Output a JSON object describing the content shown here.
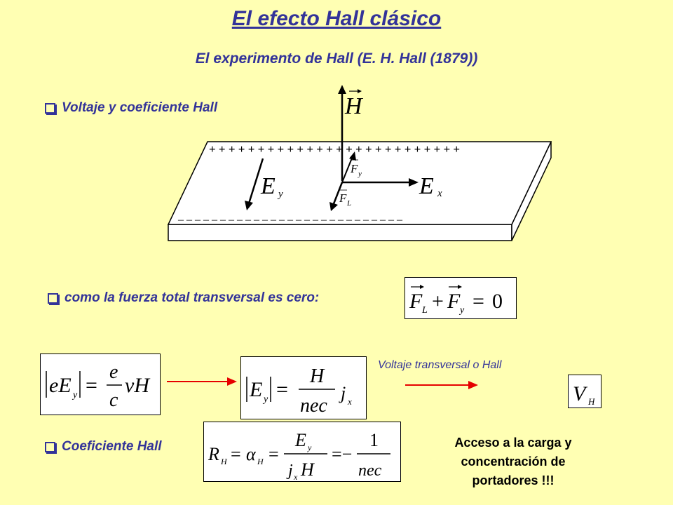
{
  "title": "El efecto Hall clásico",
  "subtitle": "El experimento de Hall (E. H. Hall (1879))",
  "bullets": {
    "voltage": "Voltaje y coeficiente Hall",
    "force": "como la fuerza total transversal es cero:",
    "coefficient": "Coeficiente Hall"
  },
  "diagram": {
    "plus_charges": "+ + + + + + + + + + + + + + +  + + + + + + + + + + +",
    "minus_charges": "– – – – – – – – – – – – – – – – – – – – – – – – – – –",
    "label_H": "H",
    "label_Ey": "E",
    "label_Ey_sub": "y",
    "label_Ex": "E",
    "label_Ex_sub": "x",
    "label_Fy": "F",
    "label_Fy_sub": "y",
    "label_FL": "F",
    "label_FL_sub": "L"
  },
  "equations": {
    "force_balance": "F_L + F_y = 0",
    "eq1": "|eE_y| = (e/c) vH",
    "eq2": "|E_y| = (H/nec) j_x",
    "eq3": "V_H",
    "eq4": "R_H = α_H = E_y/(j_x H) = −1/nec"
  },
  "note": "Voltaje transversal o Hall",
  "conclusion": "Acceso a la carga y concentración de portadores !!!",
  "colors": {
    "background": "#FFFFB3",
    "text": "#333399",
    "arrow": "#E60000"
  }
}
